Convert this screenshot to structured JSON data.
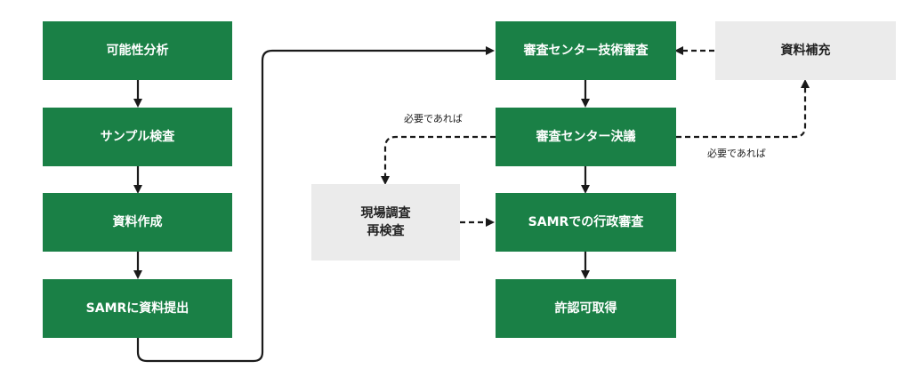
{
  "flow": {
    "left_column": [
      {
        "id": "feasibility",
        "label": "可能性分析"
      },
      {
        "id": "sample-test",
        "label": "サンプル検査"
      },
      {
        "id": "doc-prep",
        "label": "資料作成"
      },
      {
        "id": "submit",
        "label": "SAMRに資料提出"
      }
    ],
    "right_column": [
      {
        "id": "tech-review",
        "label": "審査センター技術審査"
      },
      {
        "id": "center-decision",
        "label": "審査センター決議"
      },
      {
        "id": "admin-review",
        "label": "SAMRでの行政審査"
      },
      {
        "id": "license",
        "label": "許認可取得"
      }
    ],
    "optional": {
      "supplement": "資料補充",
      "onsite_line1": "現場調査",
      "onsite_line2": "再検査"
    },
    "notes": {
      "if_needed_left": "必要であれば",
      "if_needed_right": "必要であれば"
    }
  },
  "colors": {
    "step_green": "#1a8046",
    "optional_gray": "#ebebeb",
    "arrow": "#1a1a1a"
  }
}
